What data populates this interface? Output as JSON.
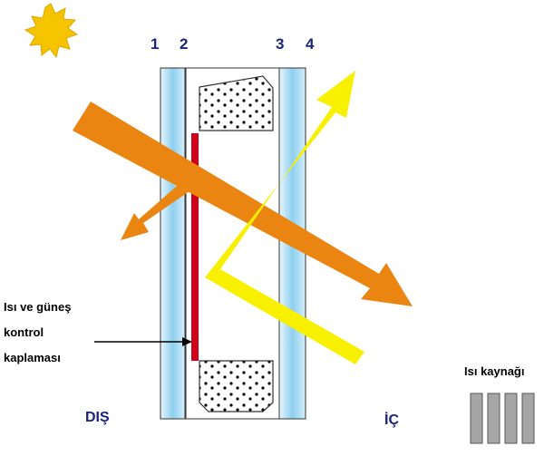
{
  "surface_numbers": [
    "1",
    "2",
    "3",
    "4"
  ],
  "outside_label": "DIŞ",
  "inside_label": "İÇ",
  "coating_label": [
    "Isı ve güneş",
    "kontrol",
    "kaplaması"
  ],
  "heat_source_label": "Isı kaynağı",
  "colors": {
    "sun": "#f5c200",
    "glass": "#8ecfef",
    "coating": "#d0021b",
    "heat_arrow": "#eb8511",
    "light_arrow": "#f7f000",
    "radiator": "#a6a6a6",
    "label_blue": "#1a237e"
  },
  "icons": [
    "sun-icon",
    "radiator-icon",
    "pointer-arrow-icon"
  ]
}
